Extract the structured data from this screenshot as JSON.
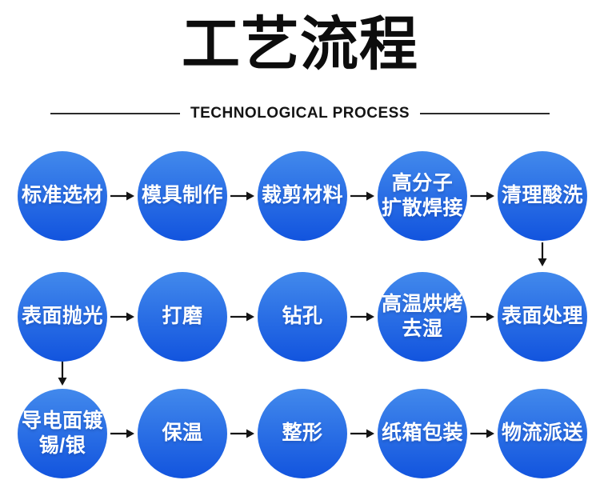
{
  "header": {
    "title": "工艺流程",
    "subtitle": "TECHNOLOGICAL PROCESS"
  },
  "flow": {
    "circle_color_top": "#4289ec",
    "circle_color_bottom": "#1254de",
    "circle_text_color": "#ffffff",
    "arrow_color": "#141414",
    "rows": [
      {
        "steps": [
          {
            "label": "标准选材"
          },
          {
            "label": "模具制作"
          },
          {
            "label": "裁剪材料"
          },
          {
            "label": "高分子\n扩散焊接"
          },
          {
            "label": "清理酸洗"
          }
        ]
      },
      {
        "steps": [
          {
            "label": "表面抛光"
          },
          {
            "label": "打磨"
          },
          {
            "label": "钻孔"
          },
          {
            "label": "高温烘烤\n去湿"
          },
          {
            "label": "表面处理"
          }
        ]
      },
      {
        "steps": [
          {
            "label": "导电面镀\n锡/银"
          },
          {
            "label": "保温"
          },
          {
            "label": "整形"
          },
          {
            "label": "纸箱包装"
          },
          {
            "label": "物流派送"
          }
        ]
      }
    ]
  }
}
